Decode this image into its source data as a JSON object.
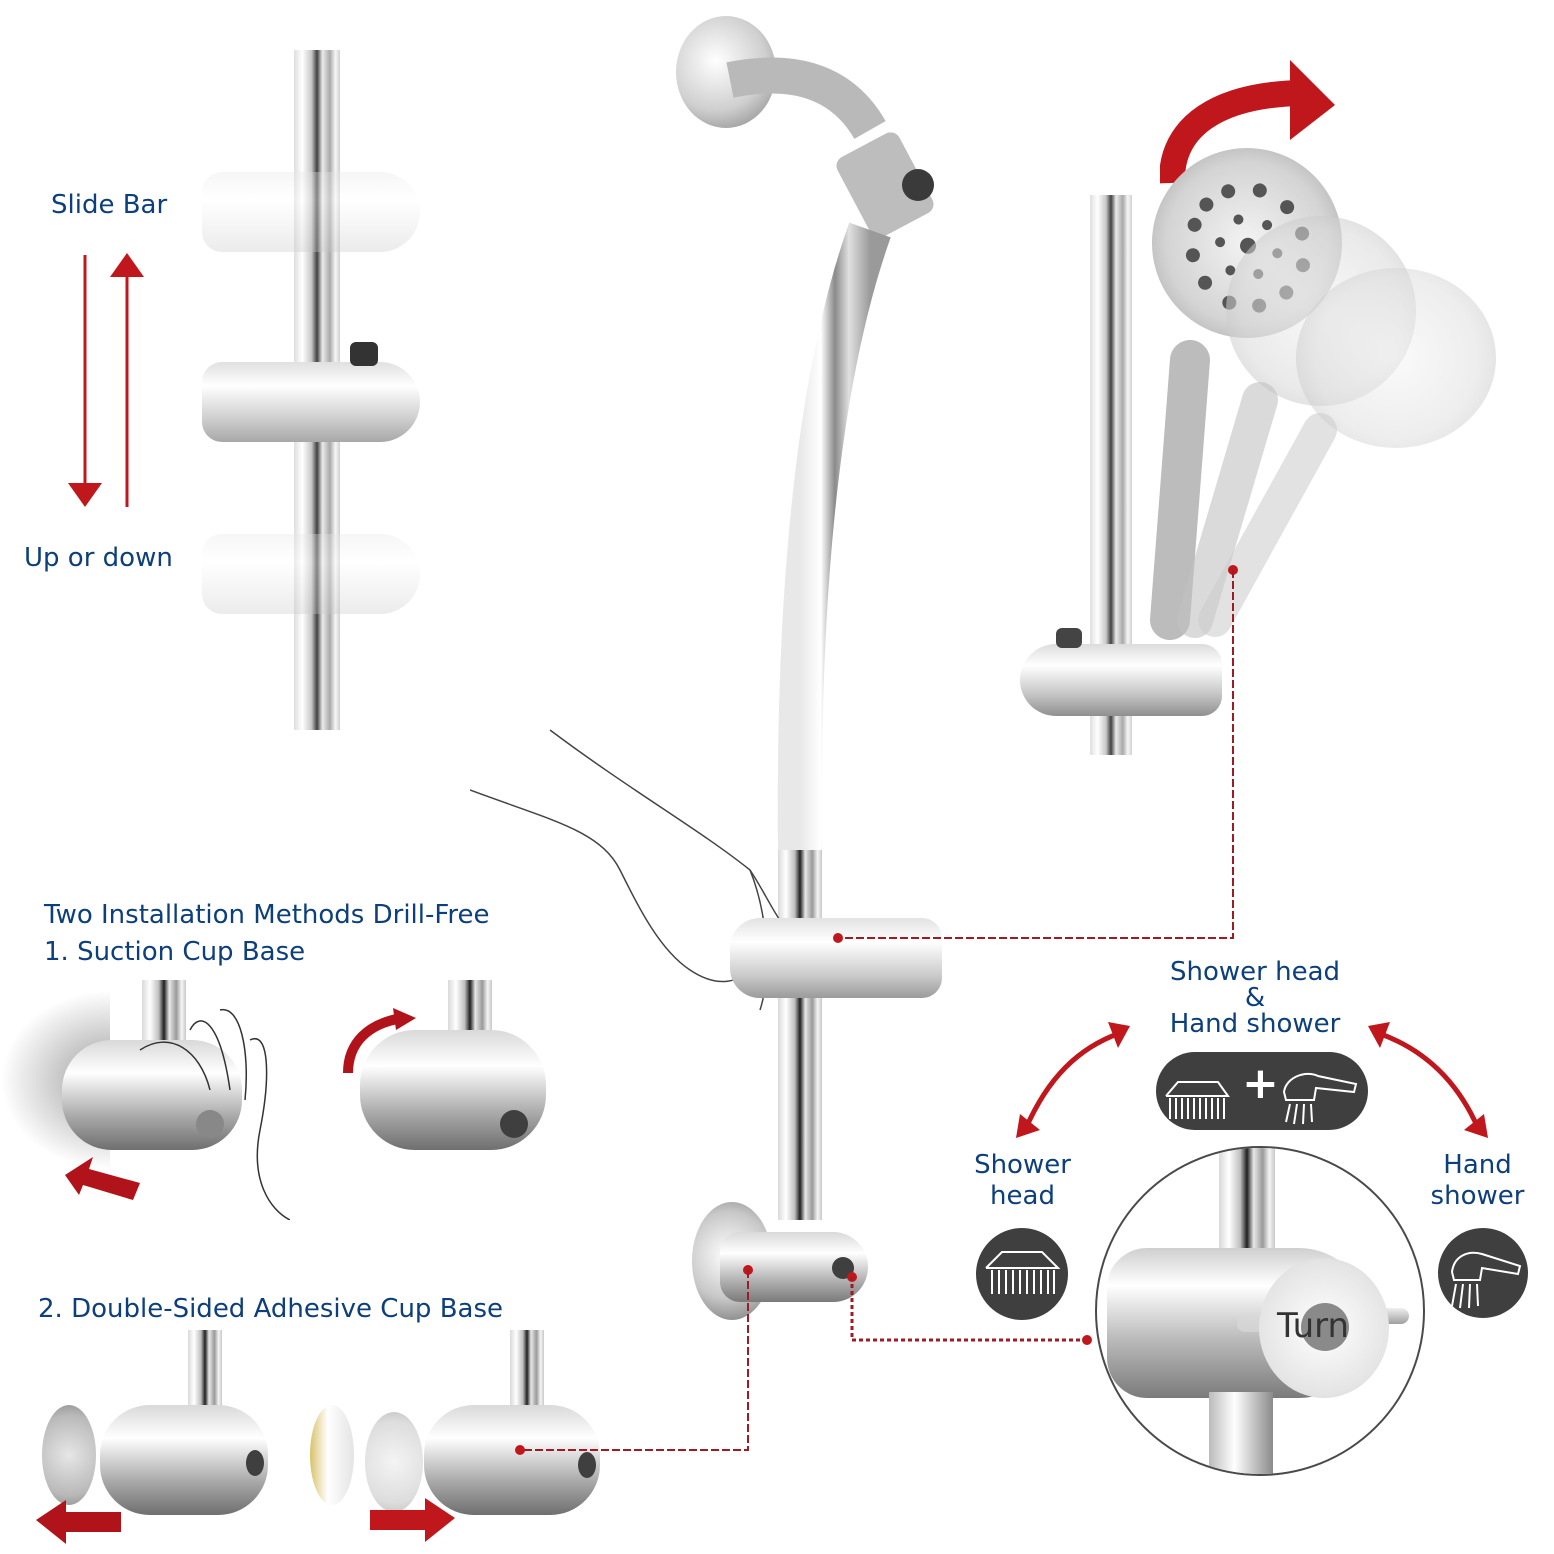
{
  "slide_bar_section": {
    "title": "Slide Bar",
    "caption": "Up or down"
  },
  "installation_section": {
    "heading": "Two Installation Methods Drill-Free",
    "method_1": "1. Suction Cup Base",
    "method_2": "2. Double-Sided Adhesive Cup Base"
  },
  "diverter_section": {
    "both_label_line1": "Shower head",
    "both_label_line2": "&",
    "both_label_line3": "Hand shower",
    "left_label_line1": "Shower",
    "left_label_line2": "head",
    "right_label_line1": "Hand",
    "right_label_line2": "shower",
    "knob_text": "Turn"
  },
  "icons": {
    "plus": "+"
  },
  "colors": {
    "label_text": "#0d3f7c",
    "accent_red": "#c0171d",
    "connector_line": "#9e1b24",
    "icon_bg": "#3f3f3f"
  }
}
